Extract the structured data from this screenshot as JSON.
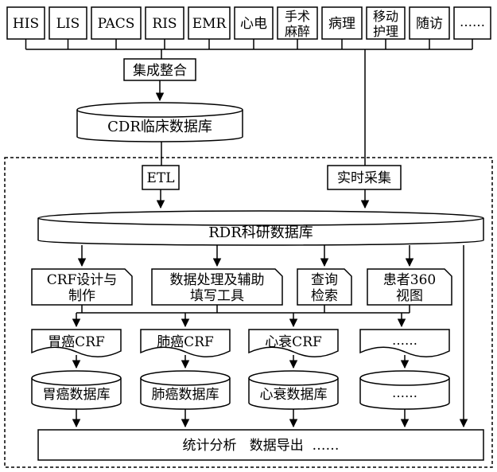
{
  "sources": [
    {
      "label": "HIS"
    },
    {
      "label": "LIS"
    },
    {
      "label": "PACS"
    },
    {
      "label": "RIS"
    },
    {
      "label": "EMR"
    },
    {
      "label": "心电"
    },
    {
      "line1": "手术",
      "line2": "麻醉"
    },
    {
      "label": "病理"
    },
    {
      "line1": "移动",
      "line2": "护理"
    },
    {
      "label": "随访"
    },
    {
      "label": "……"
    }
  ],
  "integration": "集成整合",
  "cdr_db": "CDR临床数据库",
  "etl": "ETL",
  "realtime": "实时采集",
  "rdr_db": "RDR科研数据库",
  "tools": [
    {
      "line1": "CRF设计与",
      "line2": "制作"
    },
    {
      "line1": "数据处理及辅助",
      "line2": "填写工具"
    },
    {
      "line1": "查询",
      "line2": "检索"
    },
    {
      "line1": "患者360",
      "line2": "视图"
    }
  ],
  "crfs": [
    "胃癌CRF",
    "肺癌CRF",
    "心衰CRF",
    "……"
  ],
  "dbs": [
    "胃癌数据库",
    "肺癌数据库",
    "心衰数据库",
    "……"
  ],
  "output": "统计分析   数据导出  ……"
}
